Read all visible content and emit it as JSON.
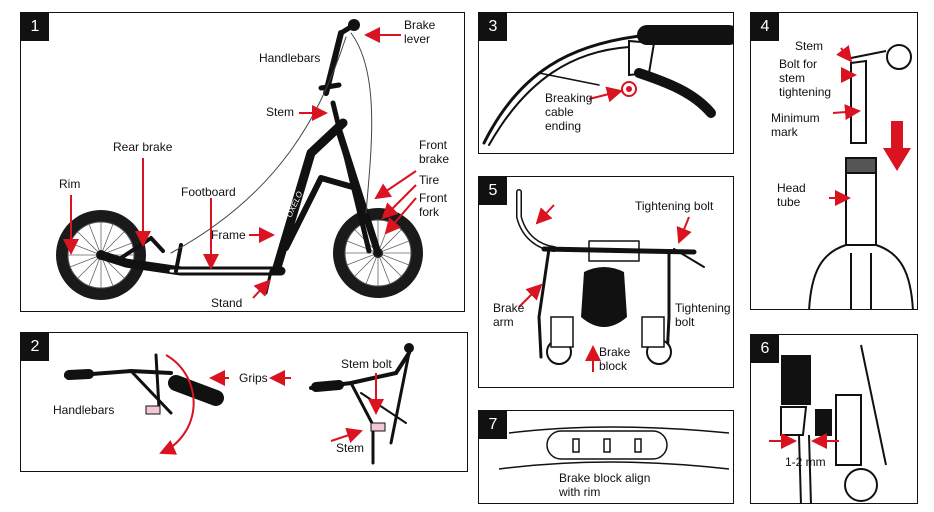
{
  "panels": [
    {
      "number": "1",
      "labels": {
        "rim": "Rim",
        "rear_brake": "Rear brake",
        "footboard": "Footboard",
        "frame": "Frame",
        "stand": "Stand",
        "handlebars": "Handlebars",
        "stem": "Stem",
        "brake_lever": "Brake\nlever",
        "front_brake": "Front\nbrake",
        "tire": "Tire",
        "front_fork": "Front\nfork"
      }
    },
    {
      "number": "2",
      "labels": {
        "handlebars": "Handlebars",
        "grips": "Grips",
        "stem_bolt": "Stem bolt",
        "stem": "Stem"
      }
    },
    {
      "number": "3",
      "labels": {
        "breaking_cable_ending": "Breaking\ncable\nending"
      }
    },
    {
      "number": "4",
      "labels": {
        "stem": "Stem",
        "bolt_for_stem_tightening": "Bolt for\nstem\ntightening",
        "minimum_mark": "Minimum\nmark",
        "head_tube": "Head\ntube"
      }
    },
    {
      "number": "5",
      "labels": {
        "tightening_bolt_top": "Tightening bolt",
        "brake_arm": "Brake\narm",
        "brake_block": "Brake\nblock",
        "tightening_bolt_side": "Tightening\nbolt"
      }
    },
    {
      "number": "6",
      "labels": {
        "gap": "1-2 mm"
      }
    },
    {
      "number": "7",
      "labels": {
        "brake_block_align": "Brake block align\nwith rim"
      }
    }
  ],
  "frame_decal": "OXELO",
  "colors": {
    "arrow": "#d9131f",
    "outline": "#111111",
    "tire": "#1a1a1a"
  }
}
